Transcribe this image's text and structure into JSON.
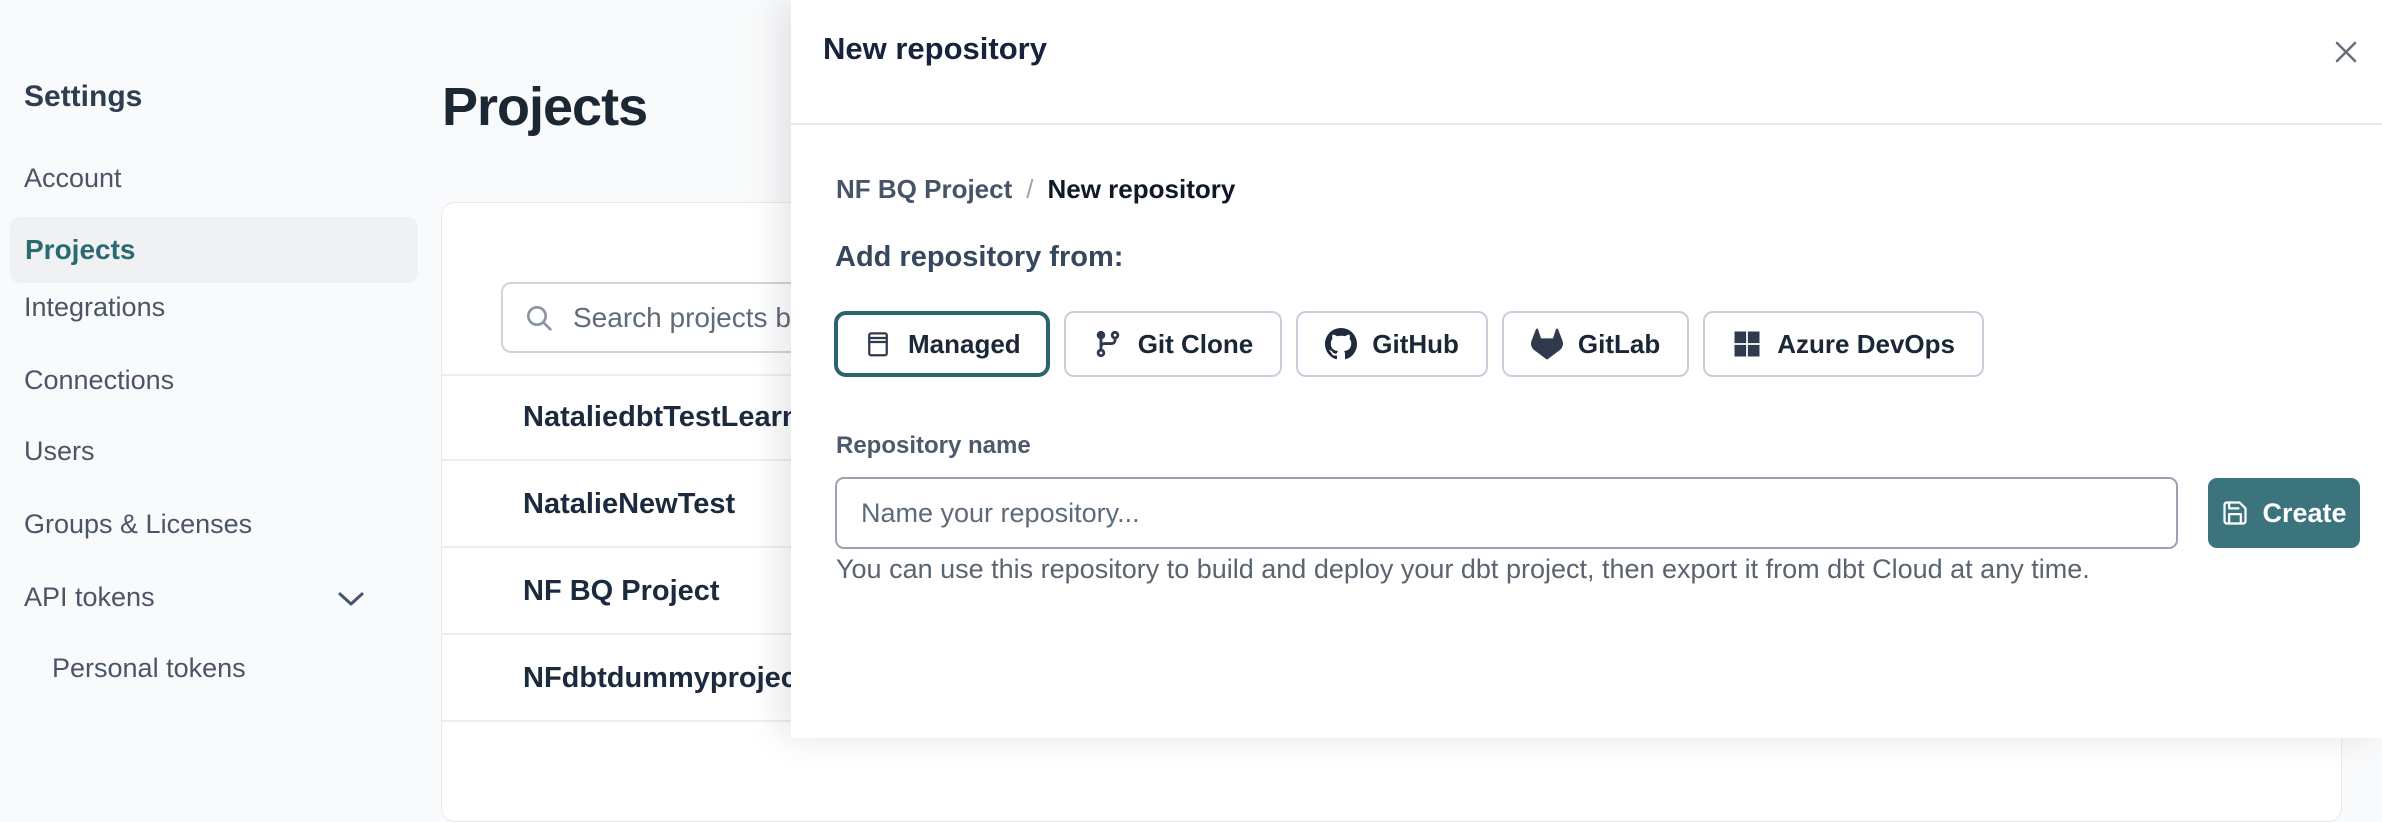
{
  "sidebar": {
    "title": "Settings",
    "items": [
      {
        "label": "Account",
        "active": false
      },
      {
        "label": "Projects",
        "active": true
      },
      {
        "label": "Integrations",
        "active": false
      },
      {
        "label": "Connections",
        "active": false
      },
      {
        "label": "Users",
        "active": false
      },
      {
        "label": "Groups & Licenses",
        "active": false
      },
      {
        "label": "API tokens",
        "active": false,
        "expandable": true
      },
      {
        "label": "Personal tokens",
        "active": false,
        "child": true
      }
    ]
  },
  "main": {
    "title": "Projects",
    "search": {
      "placeholder": "Search projects by name..."
    },
    "projects": [
      {
        "name": "NataliedbtTestLearn T"
      },
      {
        "name": "NatalieNewTest"
      },
      {
        "name": "NF BQ Project"
      },
      {
        "name": "NFdbtdummyproject"
      }
    ]
  },
  "modal": {
    "title": "New repository",
    "breadcrumb": {
      "project": "NF BQ Project",
      "separator": "/",
      "current": "New repository"
    },
    "heading": "Add repository from:",
    "sources": [
      {
        "label": "Managed",
        "icon": "repo-icon",
        "selected": true
      },
      {
        "label": "Git Clone",
        "icon": "git-branch-icon",
        "selected": false
      },
      {
        "label": "GitHub",
        "icon": "github-icon",
        "selected": false
      },
      {
        "label": "GitLab",
        "icon": "gitlab-icon",
        "selected": false
      },
      {
        "label": "Azure DevOps",
        "icon": "azure-devops-icon",
        "selected": false
      }
    ],
    "repository_name": {
      "label": "Repository name",
      "placeholder": "Name your repository...",
      "value": ""
    },
    "create_button": {
      "label": "Create",
      "icon": "save-icon"
    },
    "helper_text": "You can use this repository to build and deploy your dbt project, then export it from dbt Cloud at any time."
  },
  "colors": {
    "accent_teal": "#3B747D",
    "selected_border": "#2B646D",
    "active_nav": "#2A6A72",
    "heading_text": "#1B2733",
    "muted_text": "#5A6470"
  }
}
